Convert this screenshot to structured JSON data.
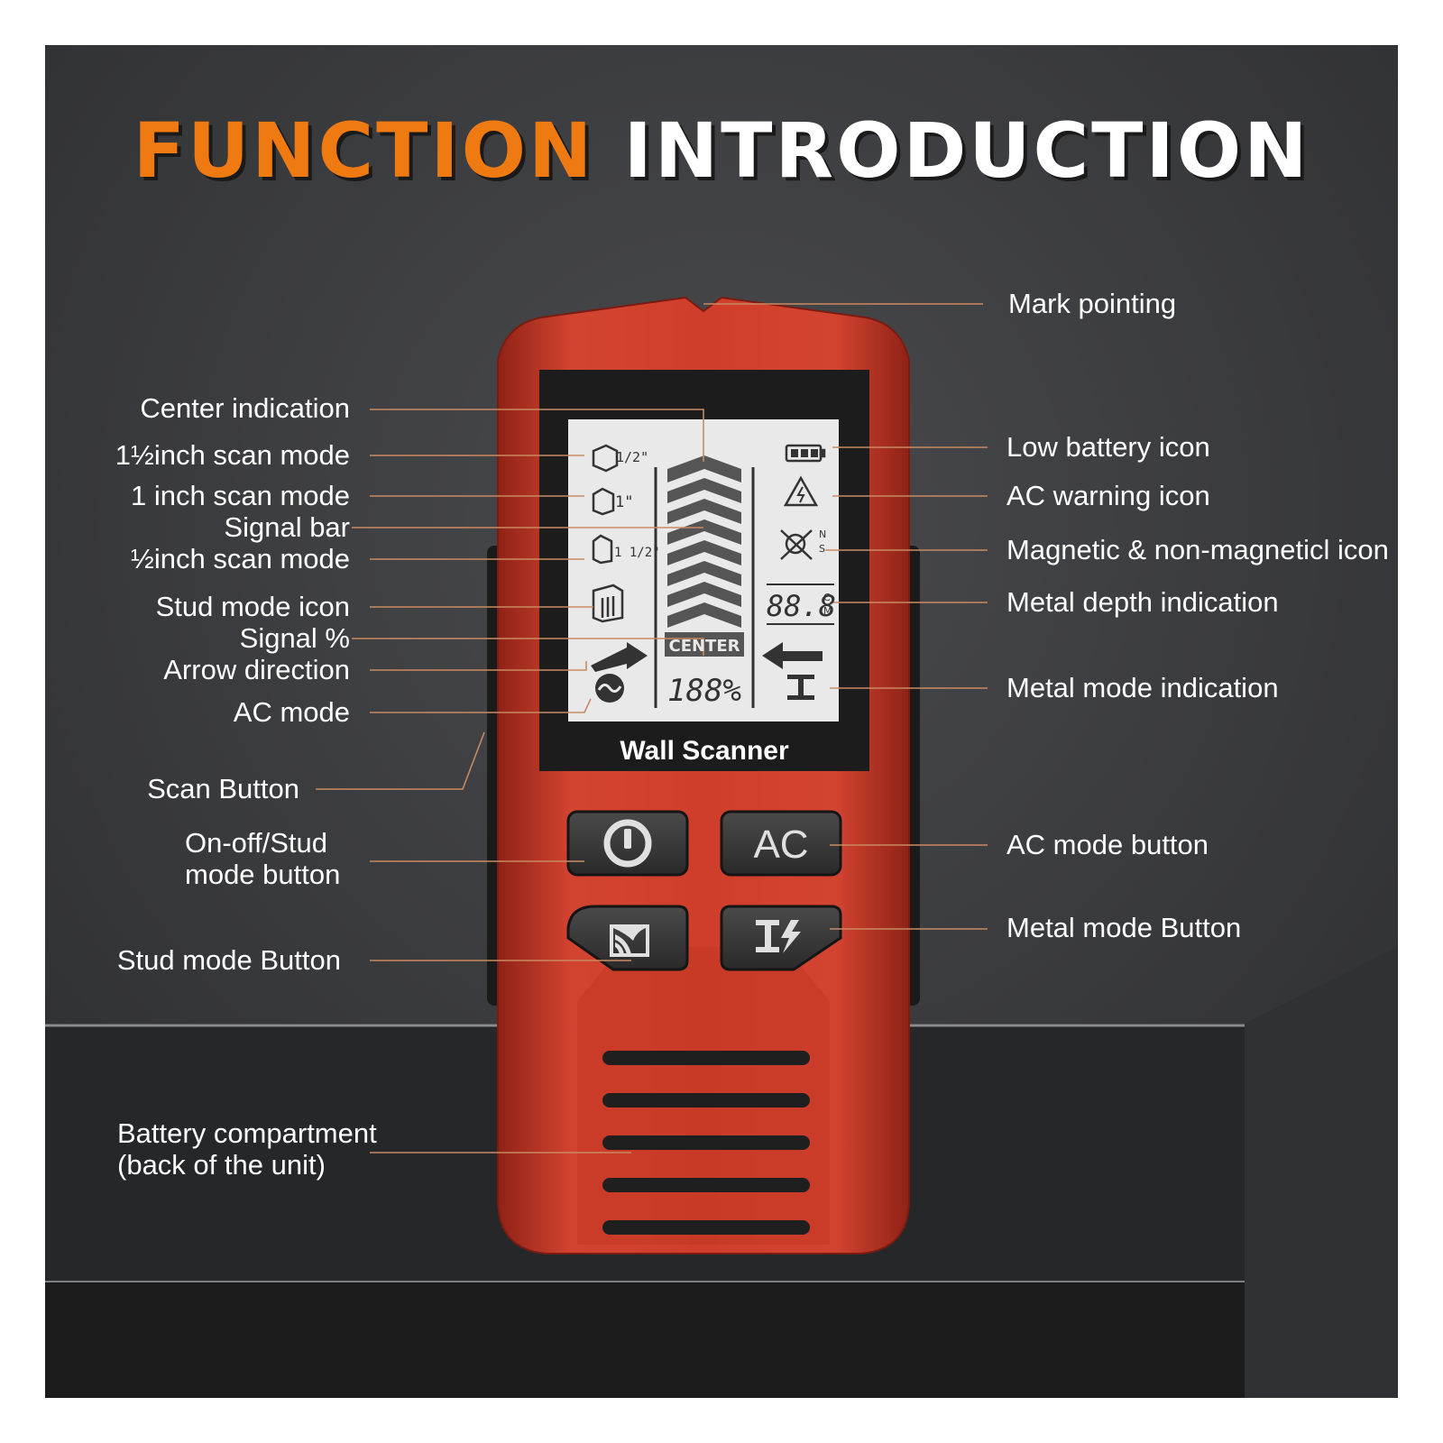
{
  "title": {
    "word1": "FUNCTION",
    "word2": "INTRODUCTION"
  },
  "device": {
    "brand_label": "Wall Scanner",
    "display": {
      "center_text": "CENTER",
      "signal_percent": "188%",
      "depth_digits": "88.8",
      "depth_unit_top": "C",
      "depth_unit_bottom": "M",
      "mode_1": "1/2\"",
      "mode_2": "1\"",
      "mode_3": "1 1/2\"",
      "mag_n": "N",
      "mag_s": "S"
    },
    "buttons": {
      "ac_label": "AC"
    }
  },
  "labels_left": [
    {
      "id": "center-indication",
      "text": "Center indication"
    },
    {
      "id": "one-half-inch-scan-mode-top",
      "text": "1½inch scan mode"
    },
    {
      "id": "one-inch-scan-mode",
      "text": "1 inch scan mode"
    },
    {
      "id": "signal-bar",
      "text": "Signal bar"
    },
    {
      "id": "half-inch-scan-mode",
      "text": "½inch scan mode"
    },
    {
      "id": "stud-mode-icon",
      "text": "Stud mode icon"
    },
    {
      "id": "signal-percent",
      "text": "Signal %"
    },
    {
      "id": "arrow-direction",
      "text": "Arrow direction"
    },
    {
      "id": "ac-mode",
      "text": "AC mode"
    },
    {
      "id": "scan-button",
      "text": "Scan Button"
    },
    {
      "id": "onoff-stud-mode-button",
      "text": "On-off/Stud",
      "text2": "mode button"
    },
    {
      "id": "stud-mode-button",
      "text": "Stud mode Button"
    },
    {
      "id": "battery-compartment",
      "text": "Battery compartment",
      "text2": "(back of the unit)"
    }
  ],
  "labels_right": [
    {
      "id": "mark-pointing",
      "text": "Mark pointing"
    },
    {
      "id": "low-battery-icon",
      "text": "Low battery icon"
    },
    {
      "id": "ac-warning-icon",
      "text": "AC warning icon"
    },
    {
      "id": "magnetic-icon",
      "text": "Magnetic & non-magneticl icon"
    },
    {
      "id": "metal-depth-indication",
      "text": "Metal depth indication"
    },
    {
      "id": "metal-mode-indication",
      "text": "Metal mode indication"
    },
    {
      "id": "ac-mode-button",
      "text": "AC mode button"
    },
    {
      "id": "metal-mode-button",
      "text": "Metal mode Button"
    }
  ],
  "colors": {
    "accent_orange": "#f07a12",
    "body_red": "#c93a25",
    "leader_line": "#c98a62",
    "background_dark": "#3a3b3d",
    "lcd": "#e9e9e9"
  }
}
